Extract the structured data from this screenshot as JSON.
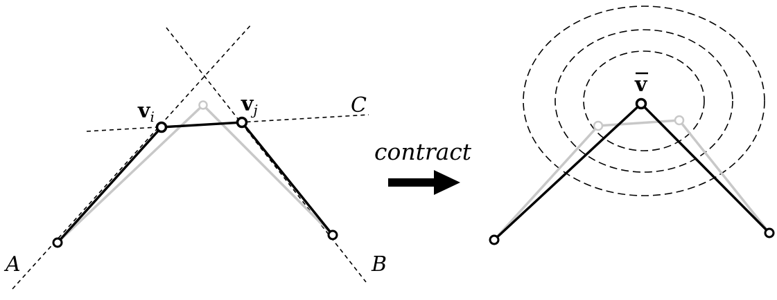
{
  "labels": {
    "line_a": "A",
    "line_b": "B",
    "line_c": "C",
    "vertex_i_base": "v",
    "vertex_i_sub": "i",
    "vertex_j_base": "v",
    "vertex_j_sub": "j",
    "operation": "contract",
    "merged_vertex": "v"
  },
  "colors": {
    "primary_stroke": "#000000",
    "original_shape": "#c8c8c8",
    "background": "#ffffff"
  }
}
